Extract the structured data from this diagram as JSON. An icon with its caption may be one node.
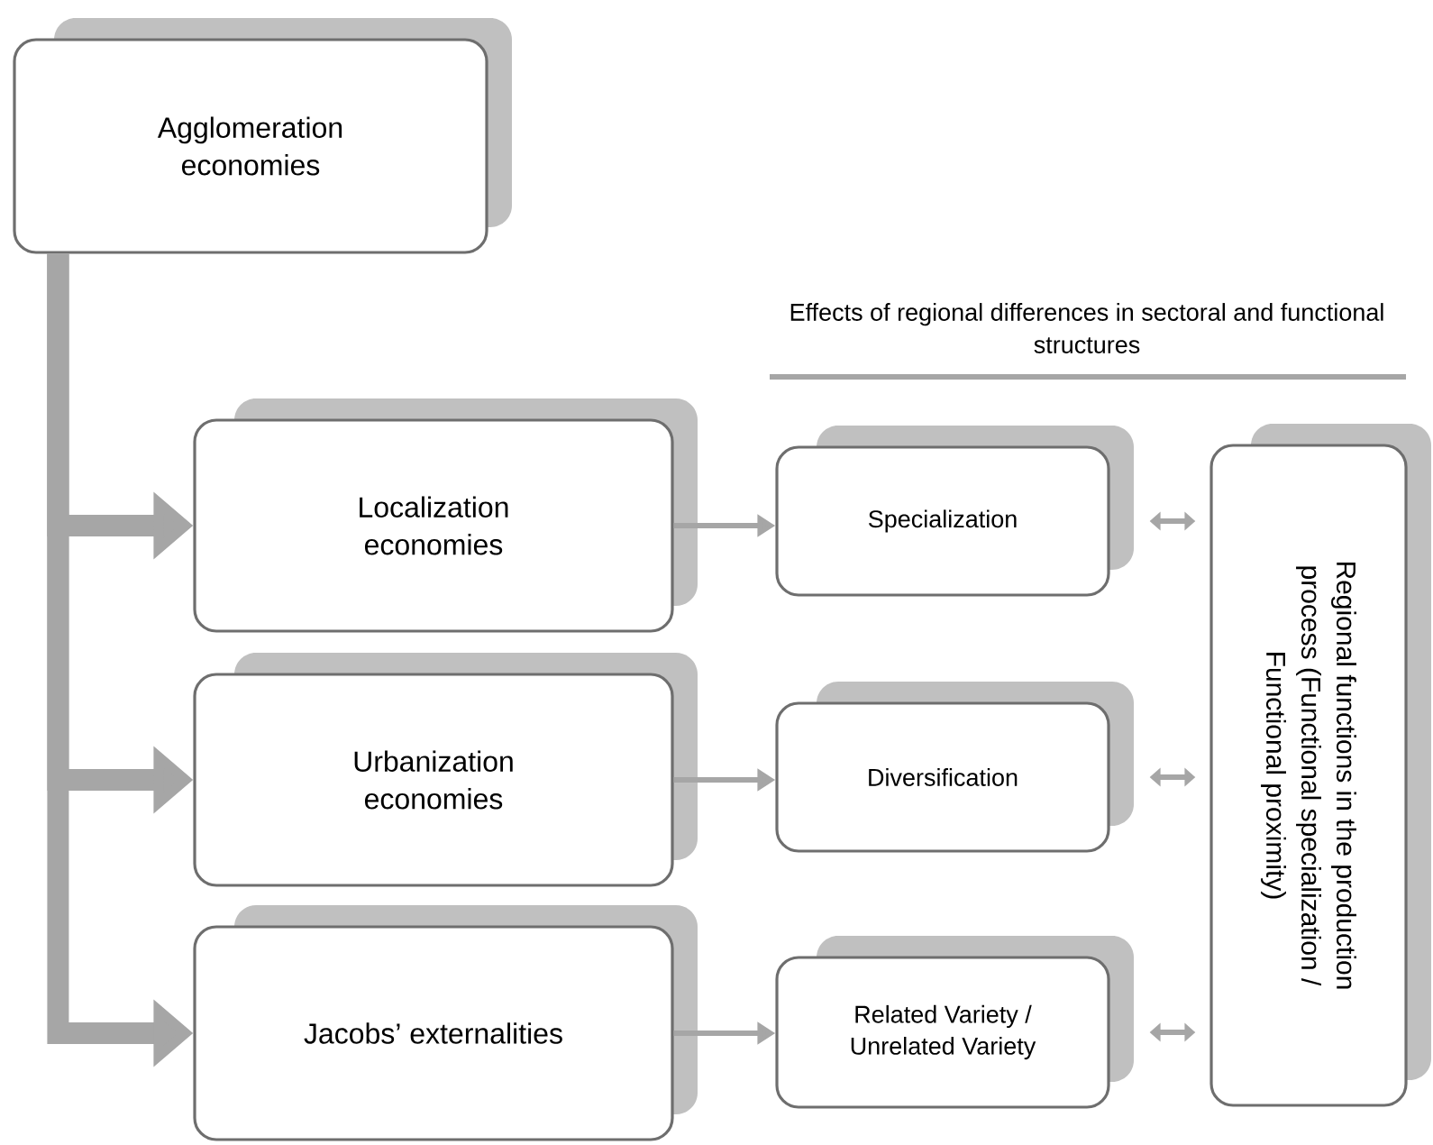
{
  "diagram": {
    "nodes": [
      {
        "text": [
          "Agglomeration economies"
        ]
      },
      {
        "text": [
          "Localization economies"
        ]
      },
      {
        "text": [
          "Urbanization economies"
        ]
      },
      {
        "text": [
          "Jacobs’ externalities"
        ]
      },
      {
        "text": [
          "Specialization"
        ]
      },
      {
        "text": [
          "Diversification"
        ]
      },
      {
        "text": [
          "Related Variety / Unrelated Variety"
        ]
      },
      {
        "text": [
          "Regional functions in the production process (Functional specialization / Functional proximity)"
        ]
      }
    ],
    "edges": [
      {
        "from": 0,
        "to": 1,
        "arrow": "to",
        "style": "thick"
      },
      {
        "from": 0,
        "to": 2,
        "arrow": "to",
        "style": "thick"
      },
      {
        "from": 0,
        "to": 3,
        "arrow": "to",
        "style": "thick"
      },
      {
        "from": 1,
        "to": 4,
        "arrow": "to"
      },
      {
        "from": 2,
        "to": 5,
        "arrow": "to"
      },
      {
        "from": 3,
        "to": 6,
        "arrow": "to"
      },
      {
        "from": 4,
        "to": 7,
        "arrow": "both"
      },
      {
        "from": 5,
        "to": 7,
        "arrow": "both"
      },
      {
        "from": 6,
        "to": 7,
        "arrow": "both"
      }
    ],
    "labels": [
      "Effects of regional differences in sectoral and functional structures"
    ]
  }
}
